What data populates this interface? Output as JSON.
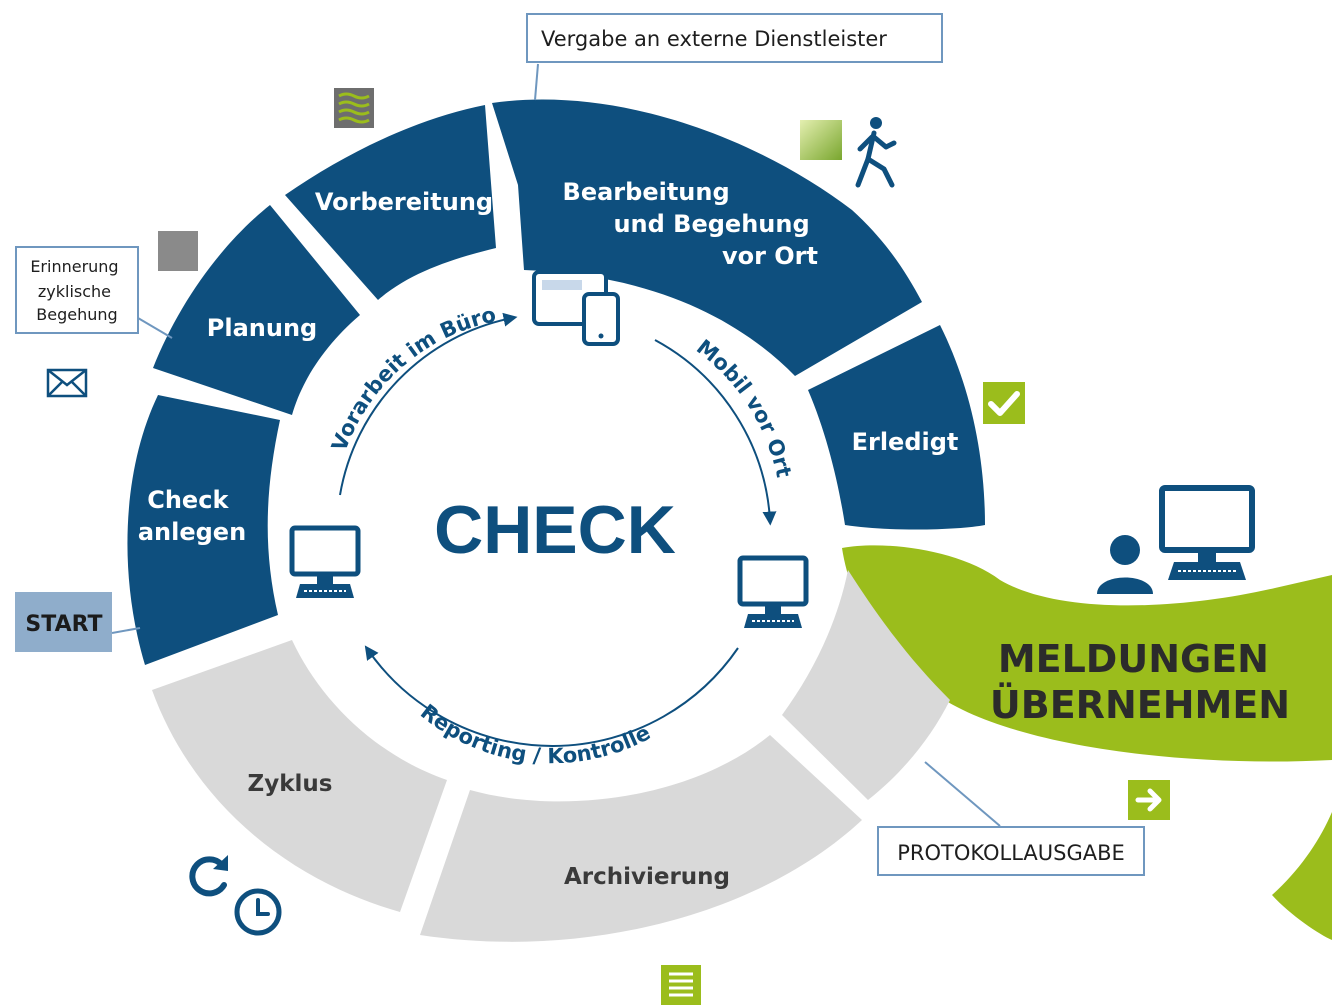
{
  "colors": {
    "dark_blue": "#0e4f7e",
    "grey": "#d9d9d9",
    "green": "#9bbd1c",
    "light_blue_box": "#8fadcb",
    "callout_border": "#6f97bf"
  },
  "center": {
    "title": "CHECK"
  },
  "cycle_arcs": {
    "top_left": "Vorarbeit im Büro",
    "right": "Mobil vor Ort",
    "bottom": "Reporting / Kontrolle"
  },
  "segments": {
    "check_anlegen": [
      "Check",
      "anlegen"
    ],
    "planung": "Planung",
    "vorbereitung": "Vorbereitung",
    "bearbeitung": [
      "Bearbeitung",
      "und  Begehung",
      "vor Ort"
    ],
    "erledigt": "Erledigt",
    "zyklus": "Zyklus",
    "archivierung": "Archivierung"
  },
  "meldungen": [
    "MELDUNGEN",
    "ÜBERNEHMEN"
  ],
  "callouts": {
    "vergabe": "Vergabe an externe Dienstleister",
    "erinnerung": [
      "Erinnerung",
      "zyklische",
      "Begehung"
    ],
    "start": "START",
    "protokoll": "PROTOKOLLAUSGABE"
  },
  "icons": [
    "stack-icon",
    "walking-person-icon",
    "gray-square-icon",
    "mail-icon",
    "checkmark-icon",
    "person-icon",
    "desktop-monitor-icon",
    "tablet-devices-icon",
    "refresh-icon",
    "clock-icon",
    "document-icon",
    "arrow-right-icon"
  ]
}
